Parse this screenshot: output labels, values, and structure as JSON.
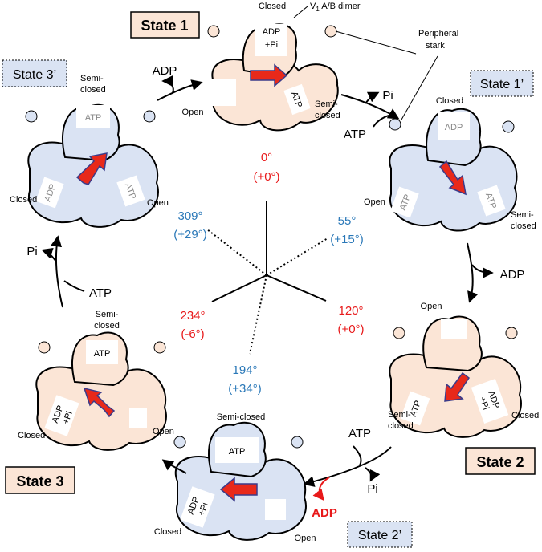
{
  "states": {
    "s1": "State 1",
    "s1p": "State 1’",
    "s2": "State 2",
    "s2p": "State 2’",
    "s3": "State 3",
    "s3p": "State 3’"
  },
  "annotations": {
    "v1_dimer_prefix": "V",
    "v1_dimer_sub": "1",
    "v1_dimer_suffix": " A/B dimer",
    "peripheral_1": "Peripheral",
    "peripheral_2": "stark"
  },
  "conformations": {
    "closed": "Closed",
    "open": "Open",
    "semi": "Semi-",
    "closed_lc": "closed",
    "semi_closed": "Semi-closed"
  },
  "ligands": {
    "adp": "ADP",
    "pi_plus": "+Pi",
    "atp": "ATP",
    "pi": "Pi"
  },
  "angles": {
    "a0": "0°",
    "a0r": "(+0°)",
    "a55": "55°",
    "a55r": "(+15°)",
    "a120": "120°",
    "a120r": "(+0°)",
    "a194": "194°",
    "a194r": "(+34°)",
    "a234": "234°",
    "a234r": "(-6°)",
    "a309": "309°",
    "a309r": "(+29°)"
  },
  "colors": {
    "orange_state": "#fbe5d6",
    "blue_state": "#dae3f3",
    "rotor_arrow": "#e8291a",
    "angle_red": "#e8191a",
    "angle_blue": "#2a78b8"
  }
}
